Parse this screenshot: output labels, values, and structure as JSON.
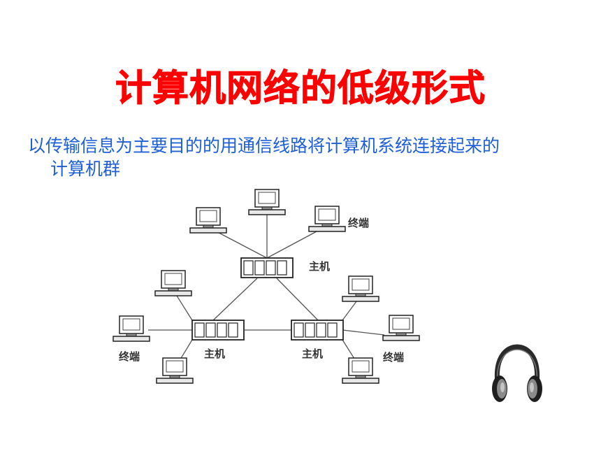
{
  "slide": {
    "title": "计算机网络的低级形式",
    "description_line1": "以传输信息为主要目的的用通信线路将计算机系统连接起来的",
    "description_line2": "计算机群"
  },
  "diagram": {
    "terminal_label_top": "终端",
    "terminal_label_left": "终端",
    "terminal_label_right": "终端",
    "host_label_top": "主机",
    "host_label_left": "主机",
    "host_label_right": "主机"
  },
  "colors": {
    "title": "#ff0000",
    "description": "#1f5fd6",
    "line": "#555555"
  },
  "icons": {
    "headphones": "headphones-icon"
  }
}
